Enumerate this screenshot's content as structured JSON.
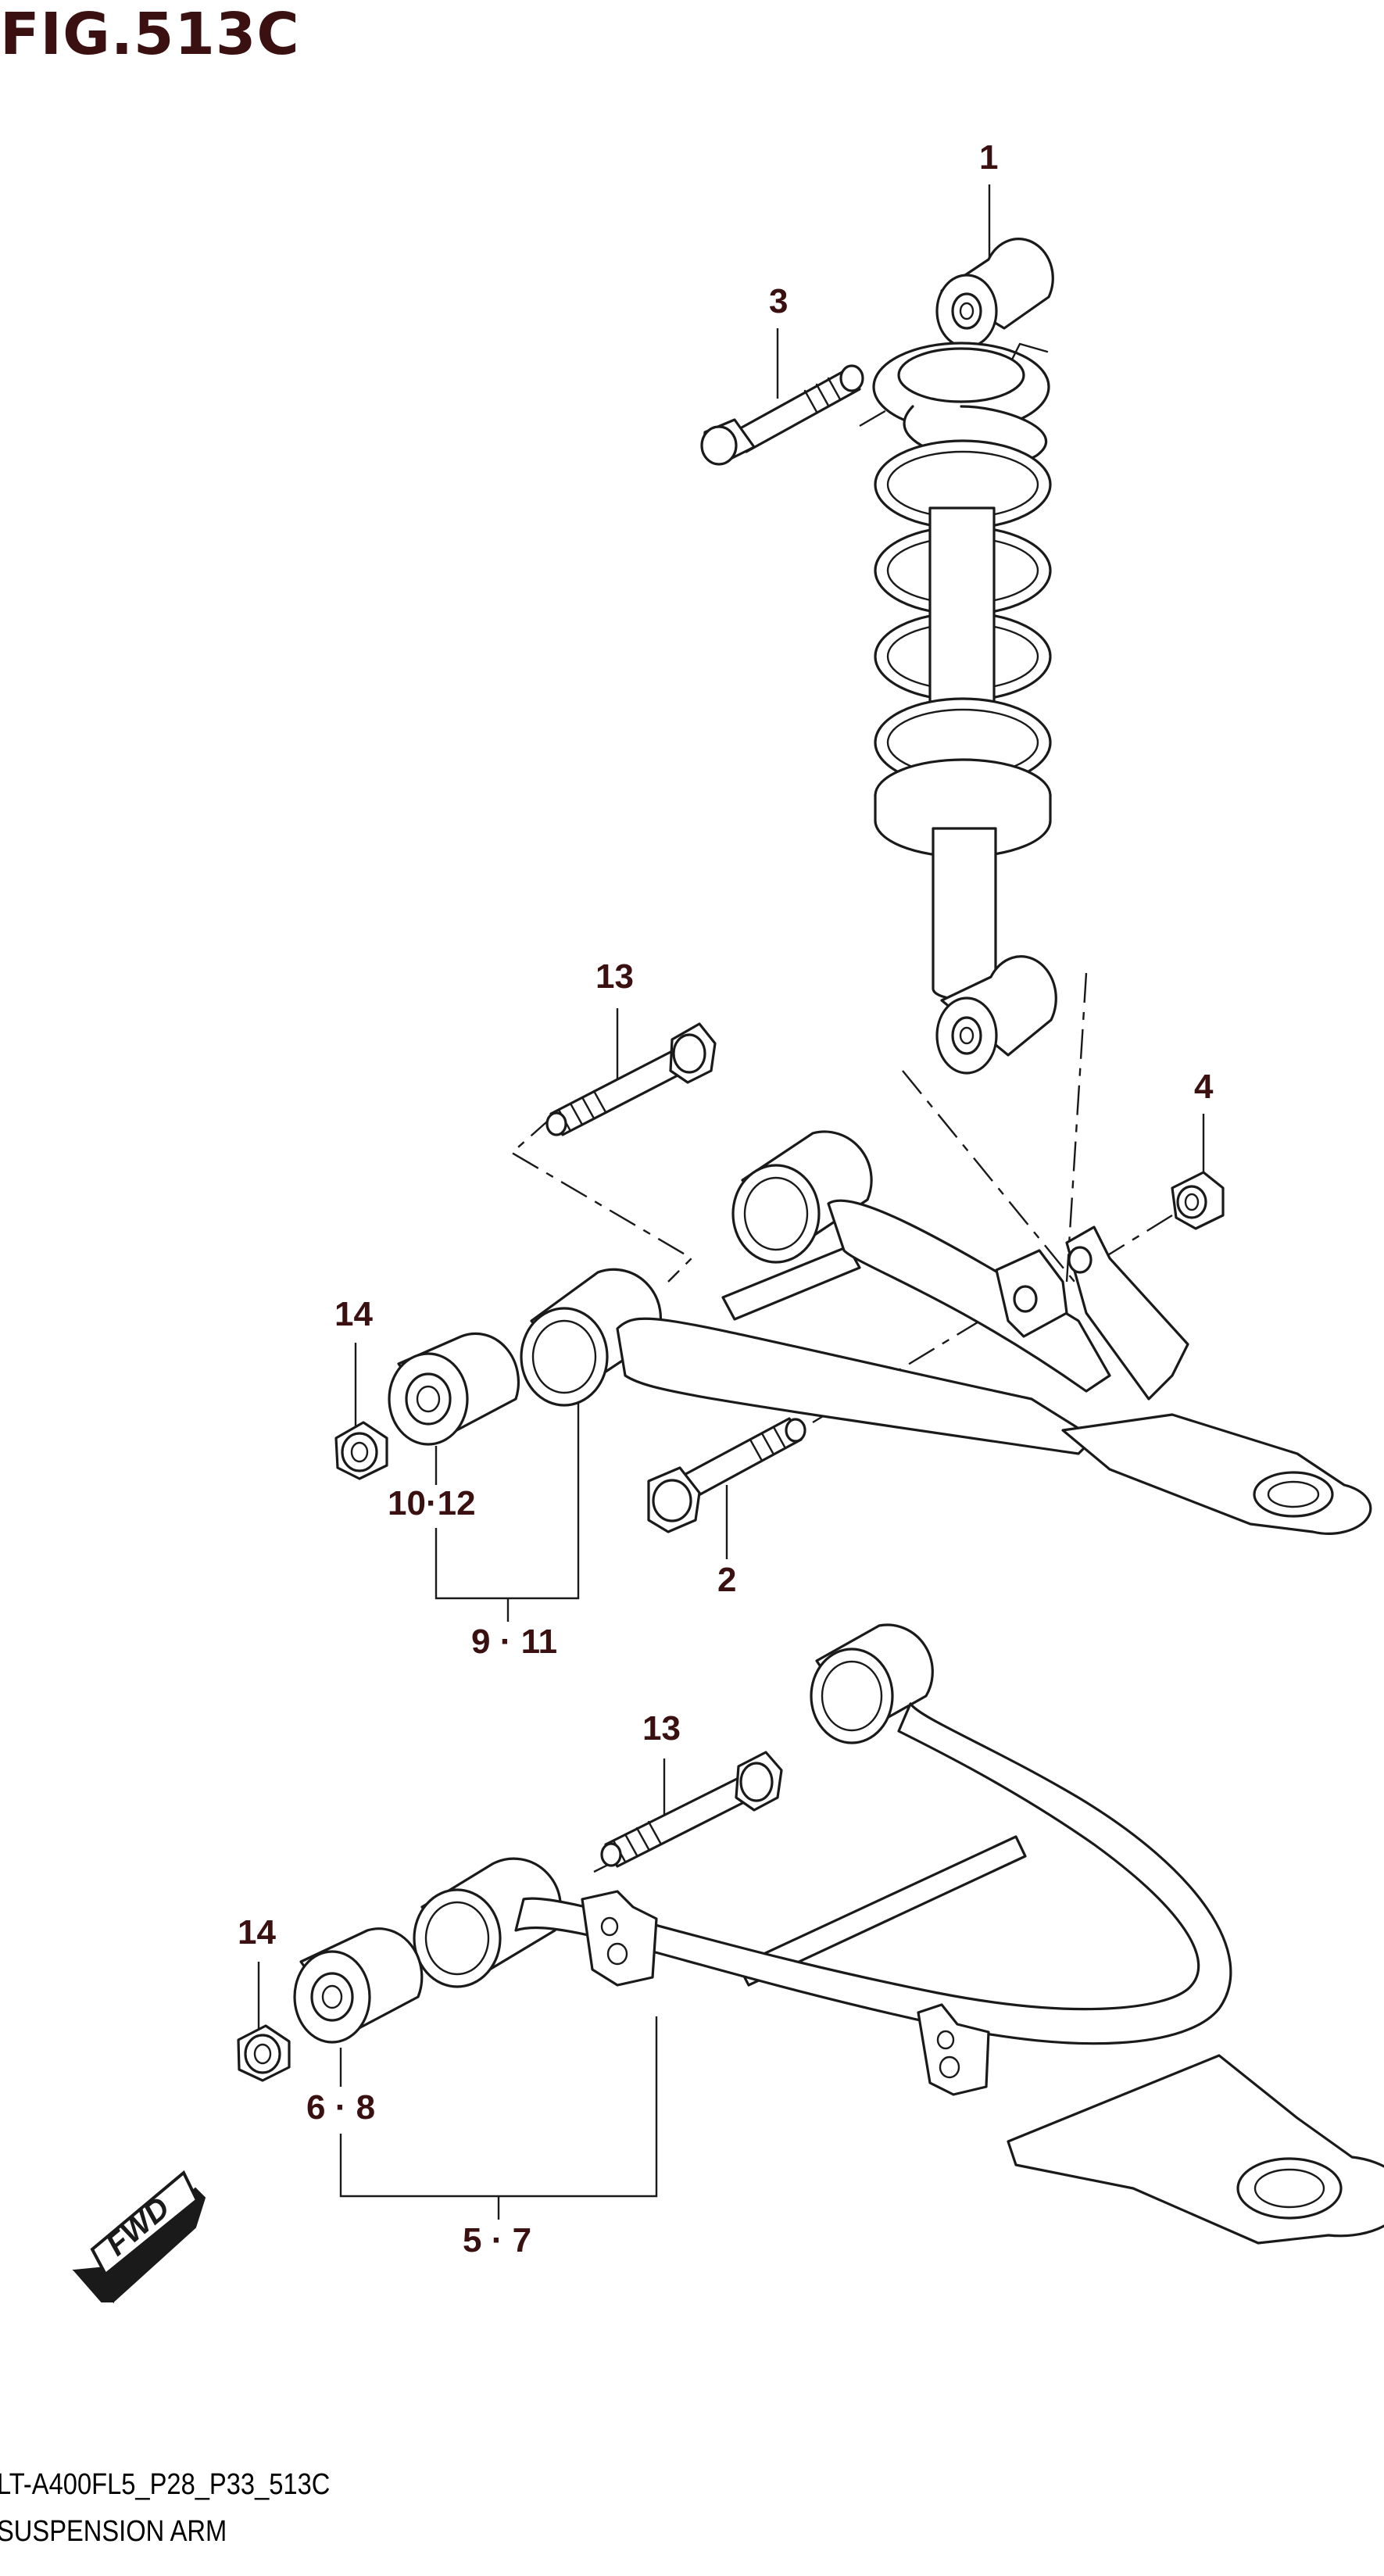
{
  "figure": {
    "title": "FIG.513C"
  },
  "callouts": {
    "shock_absorber": "1",
    "lower_shock_bolt": "2",
    "upper_shock_bolt": "3",
    "shock_nut": "4",
    "lower_arm_assy": "5 · 7",
    "lower_arm_bush": "6 · 8",
    "upper_arm_assy": "9 · 11",
    "upper_arm_bush": "10·12",
    "upper_arm_pivot_bolt": "13",
    "lower_arm_pivot_bolt": "13",
    "upper_arm_pivot_nut": "14",
    "lower_arm_pivot_nut": "14"
  },
  "fwd_badge": {
    "label": "FWD"
  },
  "footer": {
    "model_code": "LT-A400FL5_P28_P33_513C",
    "section_name": "SUSPENSION ARM"
  }
}
